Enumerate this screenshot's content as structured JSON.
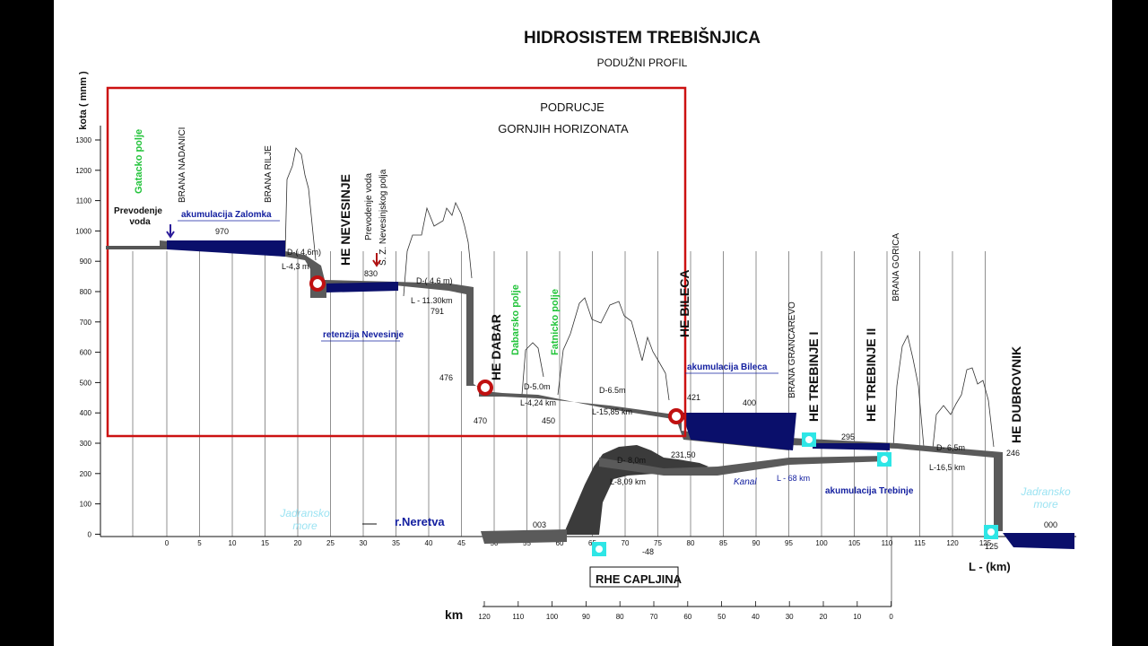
{
  "header": {
    "title": "HIDROSISTEM TREBIŠNJICA",
    "subtitle": "PODUŽNI PROFIL"
  },
  "region": {
    "line1": "PODRUCJE",
    "line2": "GORNJIH HORIZONATA"
  },
  "axes": {
    "y_label": "kota ( mnm )",
    "y_ticks": [
      "1300",
      "1200",
      "1100",
      "1000",
      "900",
      "800",
      "700",
      "600",
      "500",
      "400",
      "300",
      "200",
      "100",
      "0"
    ],
    "x_label": "L - (km)",
    "x_ticks": [
      "0",
      "5",
      "10",
      "15",
      "20",
      "25",
      "30",
      "35",
      "40",
      "45",
      "50",
      "55",
      "60",
      "65",
      "70",
      "75",
      "80",
      "85",
      "90",
      "95",
      "100",
      "105",
      "110",
      "115",
      "120",
      "125"
    ],
    "km_label": "km",
    "km_ticks": [
      "120",
      "110",
      "100",
      "90",
      "80",
      "70",
      "60",
      "50",
      "40",
      "30",
      "20",
      "10",
      "0"
    ]
  },
  "labels": {
    "gatacko_polje": "Gatacko polje",
    "brana_nadanici": "BRANA NADANICI",
    "brana_rilje": "BRANA RILJE",
    "prevodenje_voda_1": "Prevodenje",
    "prevodenje_voda_2": "voda",
    "akumulacija_zalomka": "akumulacija Zalomka",
    "he_nevesinje": "HE NEVESINJE",
    "prevodenje_nev_1": "Prevodenje voda",
    "prevodenje_nev_2": "S. Z. Nevesinjskog polja",
    "retenzija_nevesinje": "retenzija Nevesinje",
    "he_dabar": "HE DABAR",
    "dabarsko_polje": "Dabarsko polje",
    "fatnicko_polje": "Fatnicko polje",
    "he_bileca": "HE BILECA",
    "akumulacija_bileca": "akumulacija Bileca",
    "brana_grancarevo": "BRANA GRANCAREVO",
    "he_trebinje_1": "HE TREBINJE I",
    "he_trebinje_2": "HE TREBINJE II",
    "brana_gorica": "BRANA GORICA",
    "akumulacija_trebinje": "akumulacija Trebinje",
    "kanal": "Kanal",
    "kanal_len": "L - 68 km",
    "he_dubrovnik": "HE DUBROVNIK",
    "jadransko_1": "Jadransko",
    "jadransko_2": "more",
    "r_neretva": "r.Neretva",
    "rhe_capljina": "RHE CAPLJINA"
  },
  "elevations": {
    "e970": "970",
    "e830": "830",
    "e791": "791",
    "e476": "476",
    "e470": "470",
    "e450": "450",
    "e421": "421",
    "e400": "400",
    "e295": "295",
    "e246": "246",
    "e231": "231,50",
    "e003": "003",
    "e48": "-48",
    "e000": "000",
    "e125": "125"
  },
  "tunnels": {
    "t1d": "D-( 4,6m)",
    "t1l": "L-4,3 m",
    "t2d": "D-( 4.6 m)",
    "t2l": "L - 11.30km",
    "t3d": "D-5.0m",
    "t3l": "L-4,24 km",
    "t4d": "D-6.5m",
    "t4l": "L-15,85 km",
    "t5d": "D- 8,0m",
    "t5l": "L-8,09 km",
    "t6d": "D- 6,5m",
    "t6l": "L-16,5 km"
  },
  "colors": {
    "reservoir": "#0a0f6b",
    "tunnel": "#555555",
    "frame": "#cc1111",
    "green_label": "#22c33a",
    "blue_label": "#1420a0",
    "sea": "#9be3f2",
    "plant_red": "#c01010",
    "plant_cyan": "#2ee6e6"
  }
}
